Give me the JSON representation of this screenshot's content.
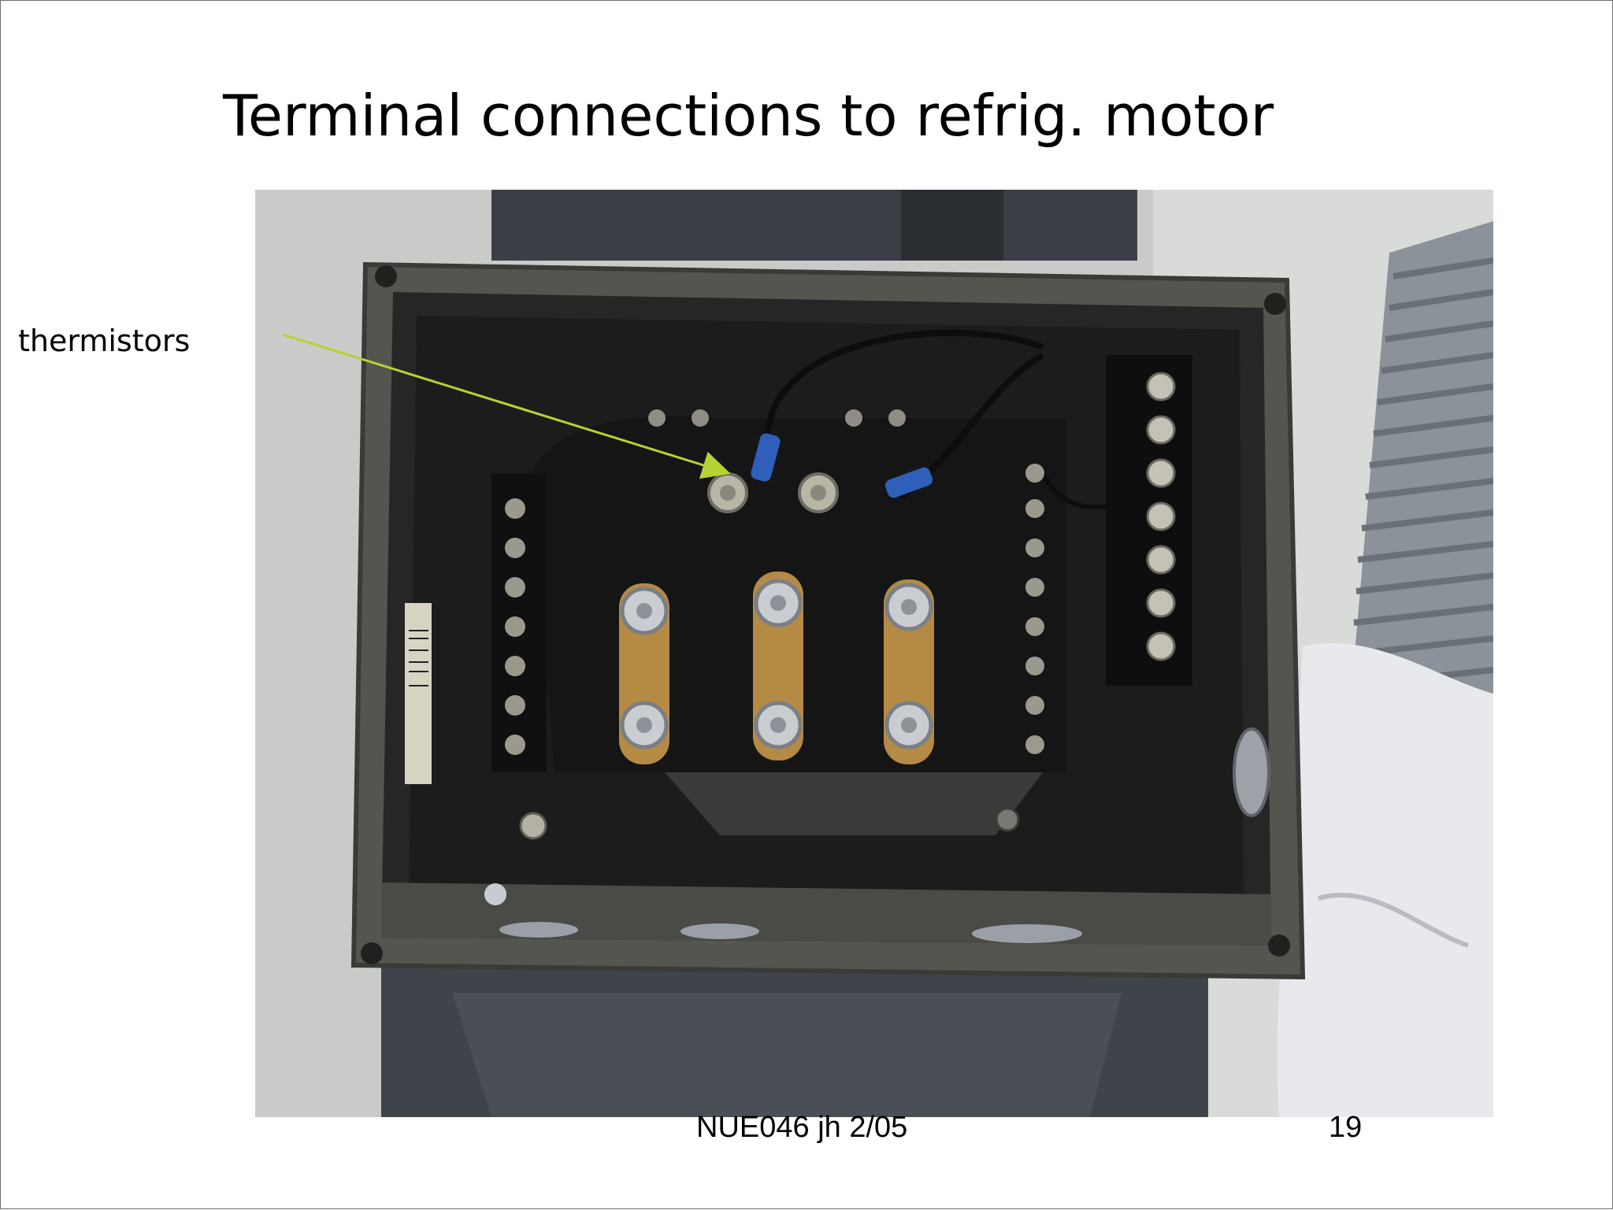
{
  "slide": {
    "title": "Terminal connections to refrig. motor",
    "annotation_label": "thermistors",
    "footer_text": "NUE046 jh 2/05",
    "page_number": "19"
  },
  "colors": {
    "arrow": "#b5d334",
    "box_body": "#2e2e2e",
    "brass": "#b48a45",
    "wire_blue": "#2f5fb8"
  },
  "photo": {
    "subject": "junction box with terminal strips and brass link bars"
  }
}
